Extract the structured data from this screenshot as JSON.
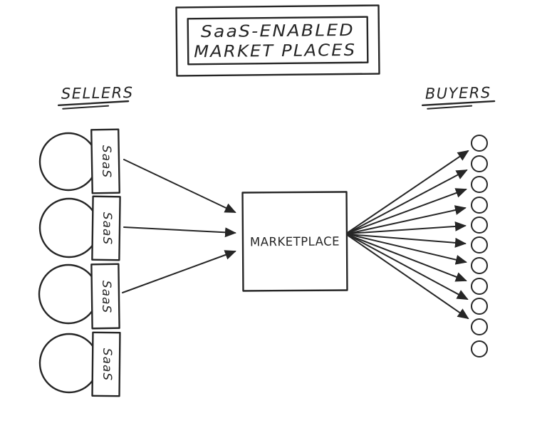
{
  "diagram": {
    "title": {
      "line1": "SaaS-ENABLED",
      "line2": "MARKET PLACES"
    },
    "labels": {
      "sellers": "SELLERS",
      "buyers": "BUYERS",
      "marketplace": "MARKETPLACE",
      "saas": "SaaS"
    },
    "sellers_count": 4,
    "buyers_count": 11,
    "colors": {
      "ink": "#262626",
      "paper": "#ffffff"
    }
  }
}
